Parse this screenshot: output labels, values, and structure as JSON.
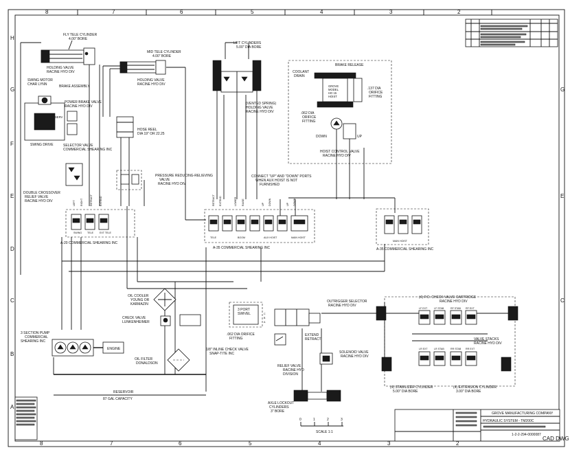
{
  "drawing": {
    "col_numbers_top": [
      "8",
      "7",
      "6",
      "5",
      "4",
      "3",
      "2"
    ],
    "col_numbers_bottom": [
      "8",
      "7",
      "6",
      "5",
      "4",
      "3",
      "2"
    ],
    "row_letters": [
      "H",
      "G",
      "F",
      "E",
      "D",
      "C",
      "B",
      "A"
    ],
    "title": "HYDRAULIC SYSTEM - TM200C",
    "company": "GROVE MANUFACTURING COMPANY",
    "dwg_number": "1-2-2-294-0000087",
    "cad_label": "CAD DWG",
    "scale_label": "SCALE 1:1",
    "scale_ticks": [
      "0",
      "1",
      "2",
      "3"
    ]
  },
  "components": {
    "fly_tele": [
      "FLY TELE CYLINDER",
      "4.00\" BORE"
    ],
    "fly_tele_valve": [
      "HOLDING VALVE",
      "RACINE HYD DIV"
    ],
    "mid_tele": [
      "MID TELE CYLINDER",
      "4.00\" BORE"
    ],
    "mid_tele_valve": [
      "HOLDING VALVE",
      "RACINE HYD DIV"
    ],
    "lift": [
      "LIFT CYLINDERS",
      "5.00\" DIA BORE"
    ],
    "lift_valve": [
      "(VENTED SPRING)",
      "HOLDING VALVE",
      "RACINE HYD DIV"
    ],
    "brake_release": "BRAKE RELEASE",
    "coolant_drain": [
      "COOLANT",
      "DRAIN"
    ],
    "hoist": [
      "GROVE",
      "MODEL",
      "HO 15",
      "HOIST"
    ],
    "orifice_137": [
      ".137 DIA",
      "ORIFICE",
      "FITTING"
    ],
    "orifice_062": [
      ".062 DIA",
      "ORIFICE",
      "FITTING"
    ],
    "hoist_control": [
      "HOIST CONTROL VALVE",
      "RACINE HYD DIV"
    ],
    "down": "DOWN",
    "up": "UP",
    "swing_motor": [
      "SWING MOTOR",
      "CHAR LYNN"
    ],
    "brake_assembly": "BRAKE ASSEMBLY",
    "power_brake": [
      "POWER BRAKE VALVE",
      "RACINE HYD DIV"
    ],
    "swing_drive": "SWING DRIVE",
    "serv": "SERV",
    "selector_valve": [
      "SELECTOR VALVE",
      "COMMERCIAL SHEARING INC"
    ],
    "hose_reel": [
      "HOSE REEL",
      "DIA 19\" OR 22.25"
    ],
    "prr_valve": [
      "PRESSURE REDUCING-RELIEVING",
      "VALVE",
      "RACINE HYD DIV"
    ],
    "aux_note": [
      "CONNECT \"UP\" AND \"DOWN\" PORTS",
      "WHEN AUX HOIST IS NOT",
      "FURNISHED"
    ],
    "crossover": [
      "DOUBLE CROSSOVER",
      "RELIEF VALVE",
      "RACINE HYD DIV"
    ],
    "a20": "A-20 COMMERCIAL SHEARING INC",
    "a35_main": "A-35 COMMERCIAL SHEARING INC",
    "a35_right": "A-35 COMMERCIAL SHEARING INC",
    "left_bank_ports": [
      "LEFT",
      "RIGHT",
      "RETRACT",
      "EXTEND"
    ],
    "mid_bank_ports": [
      "RETRACT",
      "EXTEND",
      "LOWER",
      "RAISE",
      "UP",
      "DOWN",
      "UP",
      "DOWN"
    ],
    "bank_sections_left": [
      "SWING",
      "TELE",
      "EXT TELE"
    ],
    "bank_sections_mid": [
      "TELE",
      "BOOM",
      "AUX HOIST",
      "MAIN HOIST"
    ],
    "bank_section_right": "MAIN HOIST",
    "oil_cooler": [
      "OIL COOLER",
      "YOUNG OR",
      "KARMAZIN"
    ],
    "check_valve": [
      "CHECK VALVE",
      "LUNKENHEIMER"
    ],
    "oil_filter": [
      "OIL FILTER",
      "DONALDSON"
    ],
    "port_swivel": [
      "3 PORT",
      "SWIVEL"
    ],
    "orifice_062b": [
      ".062 DIA ORIFICE",
      "FITTING"
    ],
    "inline_check": [
      "1/8\" INLINE CHECK VALVE",
      "SNAP-TITE INC"
    ],
    "outrigger_selector": [
      "OUTRIGGER SELECTOR",
      "RACINE HYD DIV"
    ],
    "extend": "EXTEND",
    "retract": "RETRACT",
    "relief_valve": [
      "RELIEF VALVE",
      "RACINE HYD",
      "DIVISION"
    ],
    "solenoid_valve": [
      "SOLENOID VALVE",
      "RACINE HYD DIV"
    ],
    "pump": [
      "3 SECTION PUMP",
      "COMMERCIAL",
      "SHEARING INC"
    ],
    "engine": "ENGINE",
    "reservoir": [
      "RESERVOIR",
      "87 GAL CAPACITY"
    ],
    "axle_lockout": [
      "AXLE LOCKOUT",
      "CYLINDERS",
      "3\" BORE"
    ],
    "po_check": [
      "(4) P.O. CHECK VALVE CARTRIDGE",
      "RACINE HYD DIV"
    ],
    "valve_stacks": [
      "VALVE STACKS",
      "RACINE HYD DIV"
    ],
    "stabilizer": [
      "(4) STABILIZER CYLINDER",
      "5.00\" DIA BORE"
    ],
    "extension_cyl": [
      "(4) EXTENSION CYLINDER",
      "3.00\" DIA BORE"
    ],
    "stack_top_labels": [
      "LF EXT",
      "LF STAB",
      "RF STAB",
      "RF EXT"
    ],
    "stack_bot_labels": [
      "LR EXT",
      "LR STAB",
      "RR STAB",
      "RR EXT"
    ],
    "swivel_ports": [
      "A",
      "B",
      "C"
    ]
  }
}
